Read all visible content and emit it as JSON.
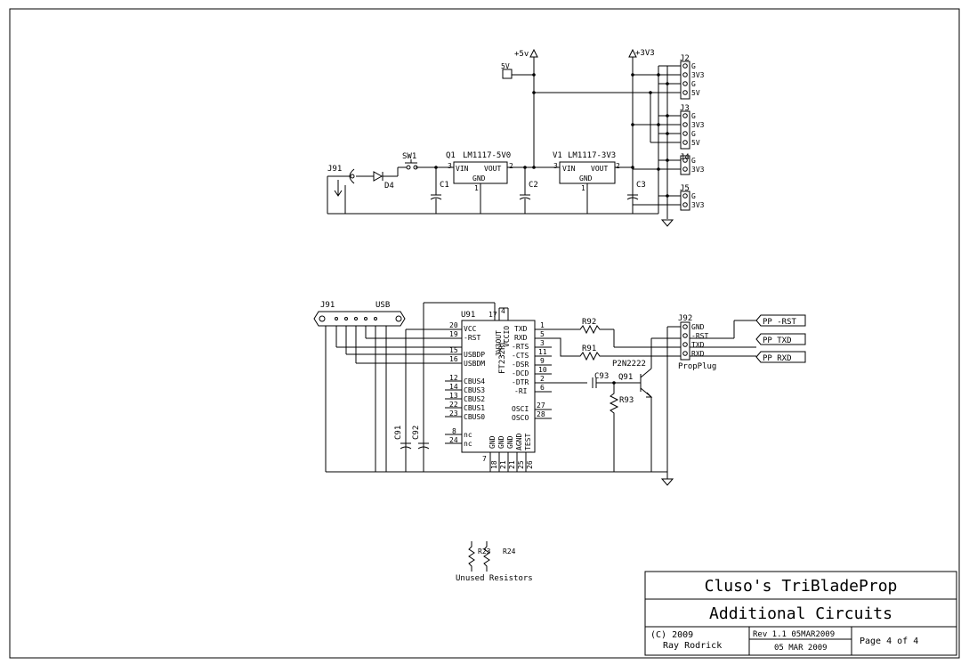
{
  "power": {
    "plus5v": "+5v",
    "plus3v3": "+3V3",
    "jumper5v": "5V",
    "sw1": "SW1",
    "j91": "J91",
    "d4": "D4",
    "c1": "C1",
    "c2": "C2",
    "c3": "C3",
    "q1_ref": "Q1",
    "q1_part": "LM1117-5V0",
    "v1_ref": "V1",
    "v1_part": "LM1117-3V3",
    "vin": "VIN",
    "vout": "VOUT",
    "gnd": "GND",
    "pin1": "1",
    "pin2": "2",
    "pin3": "3",
    "connectors": [
      {
        "ref": "J2",
        "pins": [
          "G",
          "3V3",
          "G",
          "5V"
        ]
      },
      {
        "ref": "J3",
        "pins": [
          "G",
          "3V3",
          "G",
          "5V"
        ]
      },
      {
        "ref": "J4",
        "pins": [
          "G",
          "3V3"
        ]
      },
      {
        "ref": "J5",
        "pins": [
          "G",
          "3V3"
        ]
      }
    ]
  },
  "usb": {
    "j91": "J91",
    "usb": "USB",
    "u91": "U91",
    "chip": "FT232RL",
    "v3out": "3V3OUT",
    "vccio": "VCCIO",
    "c91": "C91",
    "c92": "C92",
    "left_pins": [
      {
        "num": "20",
        "name": "VCC"
      },
      {
        "num": "19",
        "name": "-RST"
      },
      {
        "num": "15",
        "name": "USBDP"
      },
      {
        "num": "16",
        "name": "USBDM"
      },
      {
        "num": "12",
        "name": "CBUS4"
      },
      {
        "num": "14",
        "name": "CBUS3"
      },
      {
        "num": "13",
        "name": "CBUS2"
      },
      {
        "num": "22",
        "name": "CBUS1"
      },
      {
        "num": "23",
        "name": "CBUS0"
      },
      {
        "num": "8",
        "name": "nc"
      },
      {
        "num": "24",
        "name": "nc"
      }
    ],
    "right_pins": [
      {
        "num": "1",
        "name": "TXD"
      },
      {
        "num": "5",
        "name": "RXD"
      },
      {
        "num": "3",
        "name": "-RTS"
      },
      {
        "num": "11",
        "name": "-CTS"
      },
      {
        "num": "9",
        "name": "-DSR"
      },
      {
        "num": "10",
        "name": "-DCD"
      },
      {
        "num": "2",
        "name": "-DTR"
      },
      {
        "num": "6",
        "name": "-RI"
      },
      {
        "num": "27",
        "name": "OSCI"
      },
      {
        "num": "28",
        "name": "OSCO"
      }
    ],
    "bottom_pins": [
      {
        "num": "18",
        "name": "GND"
      },
      {
        "num": "21",
        "name": "GND"
      },
      {
        "num": "21",
        "name": "GND"
      },
      {
        "num": "25",
        "name": "AGND"
      },
      {
        "num": "26",
        "name": "TEST"
      }
    ],
    "top_pin17": "17",
    "top_pin4": "4",
    "pin7": "7",
    "r92": "R92",
    "r91": "R91",
    "c93": "C93",
    "q91": "Q91",
    "q91_part": "P2N2222",
    "r93": "R93",
    "j92": "J92",
    "j92_pins": [
      "GND",
      "-RST",
      "TXD",
      "RXD"
    ],
    "propplug": "PropPlug",
    "flags": [
      "PP -RST",
      "PP TXD",
      "PP RXD"
    ]
  },
  "unused": {
    "r23": "R23",
    "r24": "R24",
    "label": "Unused Resistors"
  },
  "title_block": {
    "title": "Cluso's TriBladeProp",
    "subtitle": "Additional Circuits",
    "copyright": "(C) 2009",
    "author": "Ray Rodrick",
    "rev": "Rev 1.1  05MAR2009",
    "date": "05 MAR 2009",
    "page": "Page 4 of 4"
  }
}
